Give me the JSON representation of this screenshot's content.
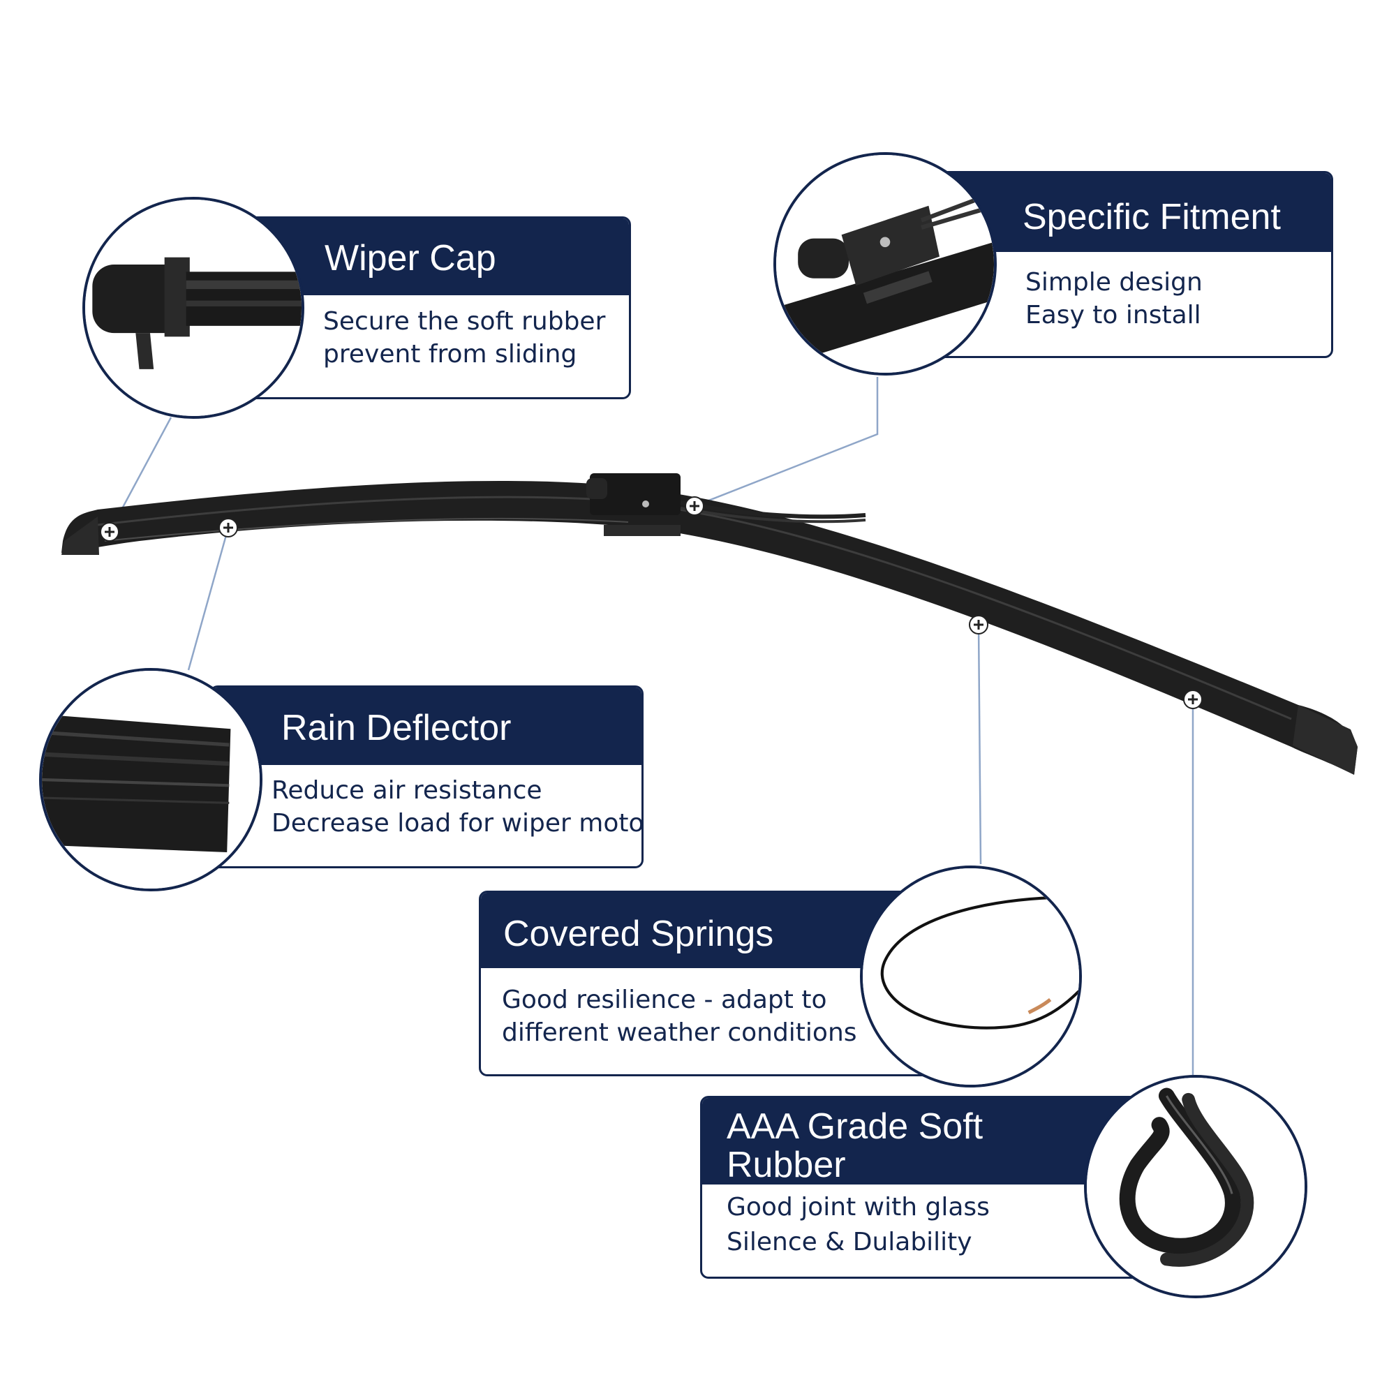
{
  "colors": {
    "navy": "#13254d",
    "connector": "#8fa6c8",
    "blade": "#1c1c1c"
  },
  "callouts": {
    "wiper_cap": {
      "title": "Wiper Cap",
      "lines": [
        "Secure the soft rubber",
        "prevent from sliding"
      ],
      "icon": "wiper-cap-closeup"
    },
    "specific_fitment": {
      "title": "Specific Fitment",
      "lines": [
        "Simple design",
        "Easy to install"
      ],
      "icon": "connector-adapter-closeup"
    },
    "rain_deflector": {
      "title": "Rain Deflector",
      "lines": [
        "Reduce air resistance",
        "Decrease load for wiper motor"
      ],
      "icon": "deflector-closeup"
    },
    "covered_springs": {
      "title": "Covered Springs",
      "lines": [
        "Good resilience - adapt to",
        "different weather conditions"
      ],
      "icon": "spring-steel-closeup"
    },
    "soft_rubber": {
      "title_lines": [
        "AAA Grade Soft",
        "Rubber"
      ],
      "lines": [
        "Good joint with glass",
        "Silence & Dulability"
      ],
      "icon": "rubber-refill-closeup"
    }
  }
}
